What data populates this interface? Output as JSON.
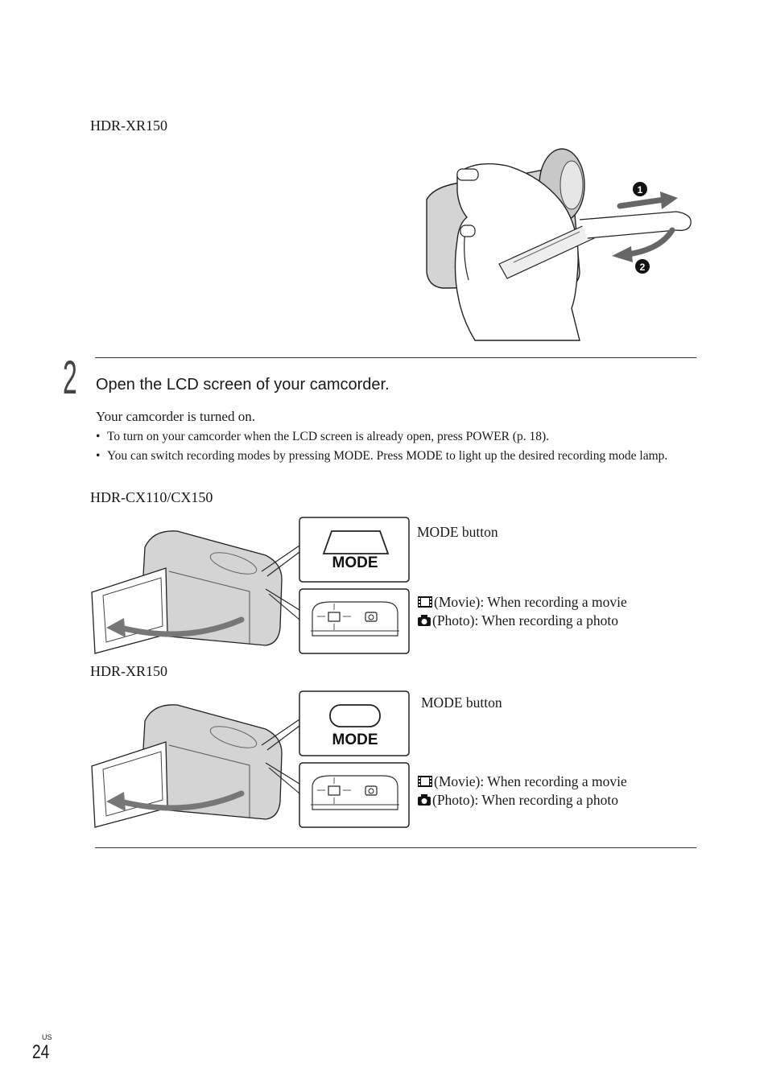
{
  "page": {
    "model_top": "HDR-XR150",
    "step": {
      "number": "2",
      "title": "Open the LCD screen of your camcorder.",
      "result": "Your camcorder is turned on.",
      "bullets": [
        "To turn on your camcorder when the LCD screen is already open, press POWER (p. 18).",
        "You can switch recording modes by pressing MODE. Press MODE to light up the desired recording mode lamp."
      ]
    },
    "figures": [
      {
        "model": "HDR-CX110/CX150",
        "mode_label": "MODE",
        "mode_button_caption": "MODE button",
        "movie_caption": "(Movie): When recording a movie",
        "photo_caption": "(Photo): When recording a photo"
      },
      {
        "model": "HDR-XR150",
        "mode_label": "MODE",
        "mode_button_caption": "MODE button",
        "movie_caption": "(Movie): When recording a movie",
        "photo_caption": "(Photo): When recording a photo"
      }
    ],
    "strap_markers": [
      "1",
      "2"
    ],
    "footer": {
      "region": "US",
      "page_number": "24"
    },
    "icons": {
      "movie": "film-icon",
      "photo": "camera-icon"
    }
  }
}
